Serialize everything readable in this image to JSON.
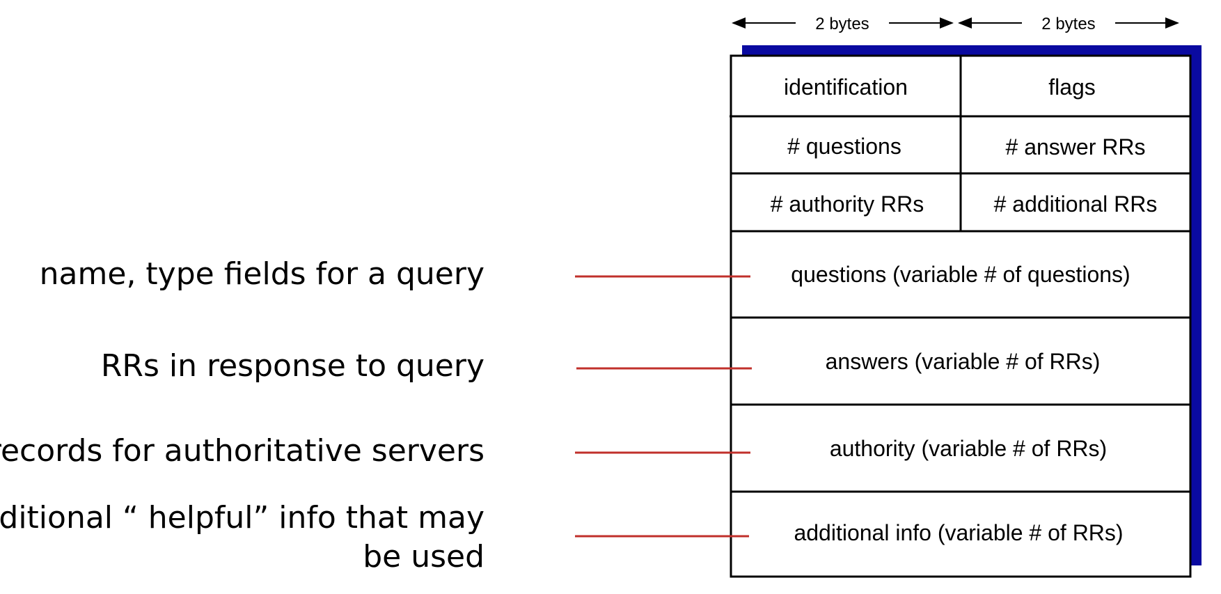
{
  "header": {
    "left_width_label": "2 bytes",
    "right_width_label": "2 bytes"
  },
  "fixed_rows": [
    [
      "identification",
      "flags"
    ],
    [
      "# questions",
      "# answer RRs"
    ],
    [
      "# authority RRs",
      "# additional RRs"
    ]
  ],
  "sections": [
    "questions (variable # of questions)",
    "answers (variable # of RRs)",
    "authority (variable # of RRs)",
    "additional info (variable # of RRs)"
  ],
  "annotations": [
    "name, type fields for a query",
    "RRs in response to query",
    "records for authoritative servers",
    [
      "additional “ helpful” info that may",
      "be used"
    ]
  ],
  "colors": {
    "shadow": "#0a0aa0",
    "leader_line": "#c0302b",
    "border": "#000000"
  }
}
